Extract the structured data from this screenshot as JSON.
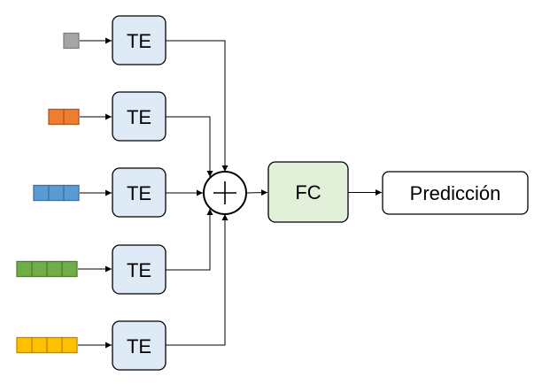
{
  "encoder_label": "TE",
  "fc_label": "FC",
  "output_label": "Predicción",
  "colors": {
    "te_fill": "#DEEBF7",
    "fc_fill": "#E2F0D9",
    "output_fill": "#FFFFFF",
    "stroke": "#000000",
    "input_gray": "#A5A5A5",
    "input_gray_stroke": "#7F7F7F",
    "input_orange": "#ED7D31",
    "input_orange_stroke": "#AE5A21",
    "input_blue": "#5B9BD5",
    "input_blue_stroke": "#41719C",
    "input_green": "#70AD47",
    "input_green_stroke": "#507E32",
    "input_yellow": "#FFC000",
    "input_yellow_stroke": "#BC8C00"
  },
  "inputs": [
    {
      "color": "gray",
      "cells": 1
    },
    {
      "color": "orange",
      "cells": 2
    },
    {
      "color": "blue",
      "cells": 3
    },
    {
      "color": "green",
      "cells": 4
    },
    {
      "color": "yellow",
      "cells": 4
    }
  ]
}
